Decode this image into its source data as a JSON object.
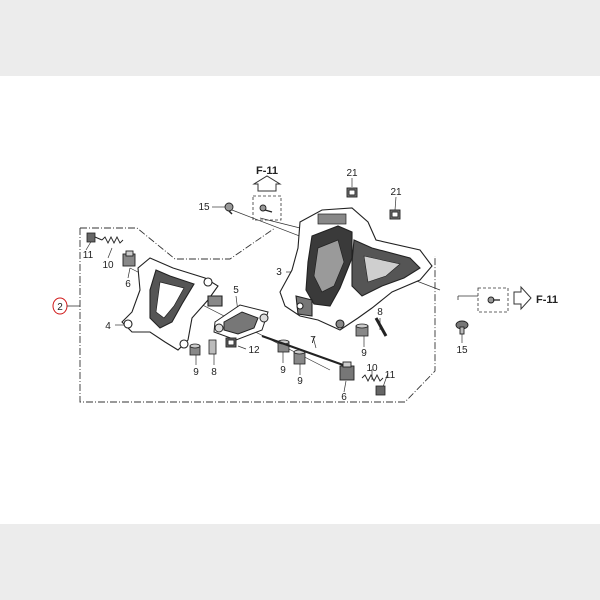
{
  "diagram": {
    "callout_part": "2",
    "ref_top": "F-11",
    "ref_right": "F-11",
    "part_labels": {
      "p15a": "15",
      "p21a": "21",
      "p21b": "21",
      "p11a": "11",
      "p10a": "10",
      "p6a": "6",
      "p4": "4",
      "p5": "5",
      "p12": "12",
      "p9a": "9",
      "p8a": "8",
      "p9b": "9",
      "p9c": "9",
      "p3": "3",
      "p7": "7",
      "p8b": "8",
      "p9d": "9",
      "p10b": "10",
      "p11b": "11",
      "p6b": "6",
      "p15b": "15"
    }
  }
}
